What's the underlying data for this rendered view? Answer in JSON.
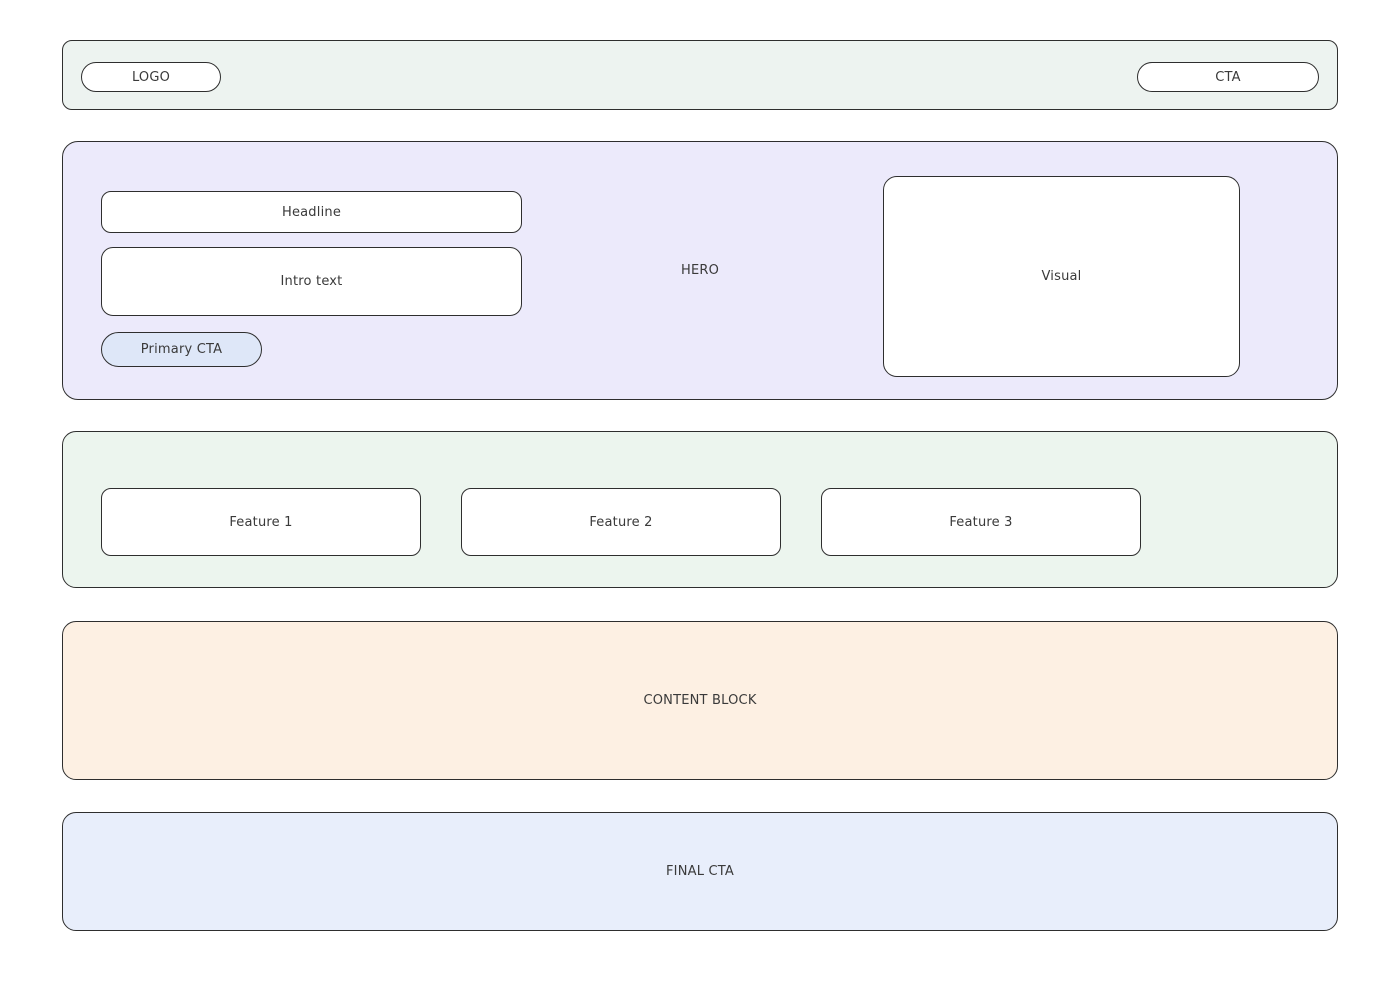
{
  "colors": {
    "page_bg": "#ffffff",
    "header_bg": "#edf3f0",
    "hero_bg": "#eceafb",
    "features_bg": "#ecf5ee",
    "content_block_bg": "#fdf0e3",
    "final_cta_bg": "#e8eefb",
    "primary_cta_bg": "#dee7f8",
    "card_bg": "#ffffff",
    "border": "#2e2e2e",
    "text": "#3a3a3a"
  },
  "header": {
    "logo": "LOGO",
    "cta": "CTA"
  },
  "hero": {
    "section_label": "HERO",
    "headline": "Headline",
    "intro": "Intro text",
    "primary_cta": "Primary CTA",
    "visual": "Visual"
  },
  "features": {
    "items": [
      {
        "label": "Feature 1"
      },
      {
        "label": "Feature 2"
      },
      {
        "label": "Feature 3"
      }
    ]
  },
  "content_block": {
    "label": "CONTENT BLOCK"
  },
  "final_cta": {
    "label": "FINAL CTA"
  }
}
